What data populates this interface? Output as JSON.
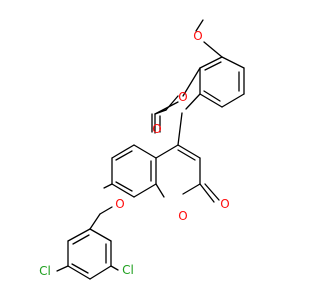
{
  "molecule": {
    "labels": {
      "o_methoxy": "O",
      "o_ring_top": "O",
      "o_carbonyl_top": "O",
      "o_ether": "O",
      "o_ring_bottom": "O",
      "o_carbonyl_bottom": "O",
      "cl_left": "Cl",
      "cl_right": "Cl"
    },
    "colors": {
      "bond": "#000000",
      "oxygen": "#ff0d0d",
      "chlorine": "#1fa01f",
      "background": "#ffffff"
    }
  }
}
